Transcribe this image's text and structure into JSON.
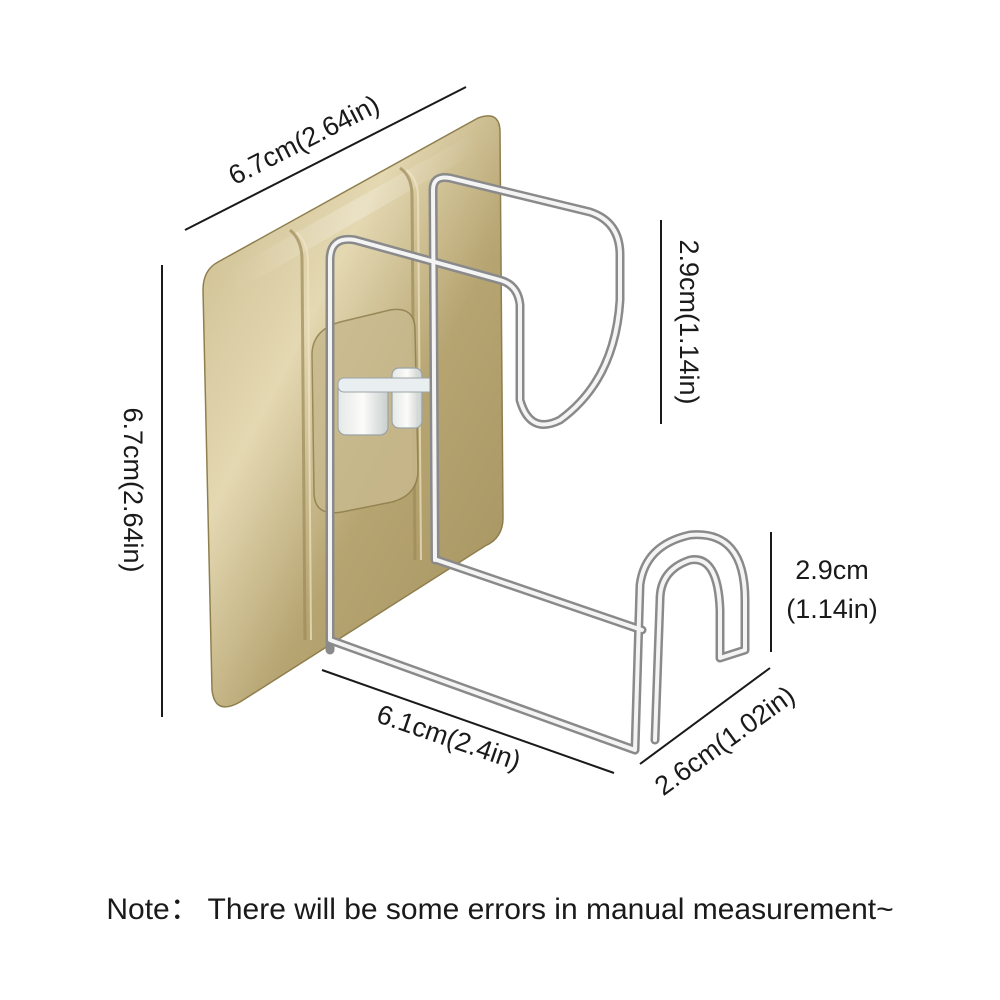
{
  "dimensions": {
    "top_width": "6.7cm(2.64in)",
    "left_height": "6.7cm(2.64in)",
    "upper_hook_height": "2.9cm(1.14in)",
    "lower_hook_height_cm": "2.9cm",
    "lower_hook_height_in": "(1.14in)",
    "bottom_length": "6.1cm(2.4in)",
    "hook_depth": "2.6cm(1.02in)"
  },
  "note": "Note： There will be some errors in manual measurement~",
  "colors": {
    "plate_light": "#d9cca0",
    "plate_mid": "#b8a773",
    "plate_dark": "#8f7f4e",
    "wire_light": "#f2f2f2",
    "wire_dark": "#8a8a8a",
    "text": "#1a1a1a"
  }
}
